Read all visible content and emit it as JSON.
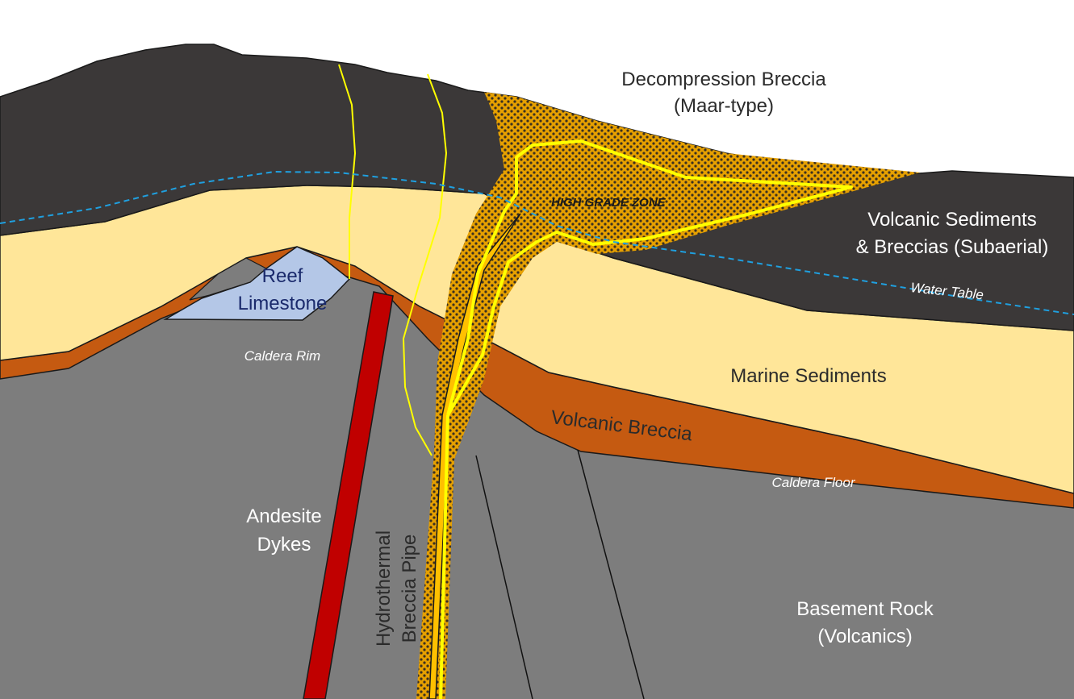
{
  "labels": {
    "decompression_1": "Decompression Breccia",
    "decompression_2": "(Maar-type)",
    "high_grade": "HIGH GRADE ZONE",
    "volcanic_sed_1": "Volcanic Sediments",
    "volcanic_sed_2": "& Breccias (Subaerial)",
    "water_table": "Water Table",
    "reef_1": "Reef",
    "reef_2": "Limestone",
    "caldera_rim": "Caldera Rim",
    "marine_sediments": "Marine Sediments",
    "volcanic_breccia": "Volcanic Breccia",
    "caldera_floor": "Caldera Floor",
    "andesite_1": "Andesite",
    "andesite_2": "Dykes",
    "pipe_1": "Hydrothermal",
    "pipe_2": "Breccia Pipe",
    "basement_1": "Basement Rock",
    "basement_2": "(Volcanics)"
  },
  "colors": {
    "basement": "#7d7d7d",
    "volcanic_breccia": "#c55a11",
    "marine_sediments": "#ffe699",
    "subaerial": "#3b3838",
    "reef_limestone": "#b4c7e7",
    "dyke": "#c00000",
    "breccia_base": "#e6a000",
    "vein": "#ffff00",
    "water_table": "#1fa0e0"
  }
}
